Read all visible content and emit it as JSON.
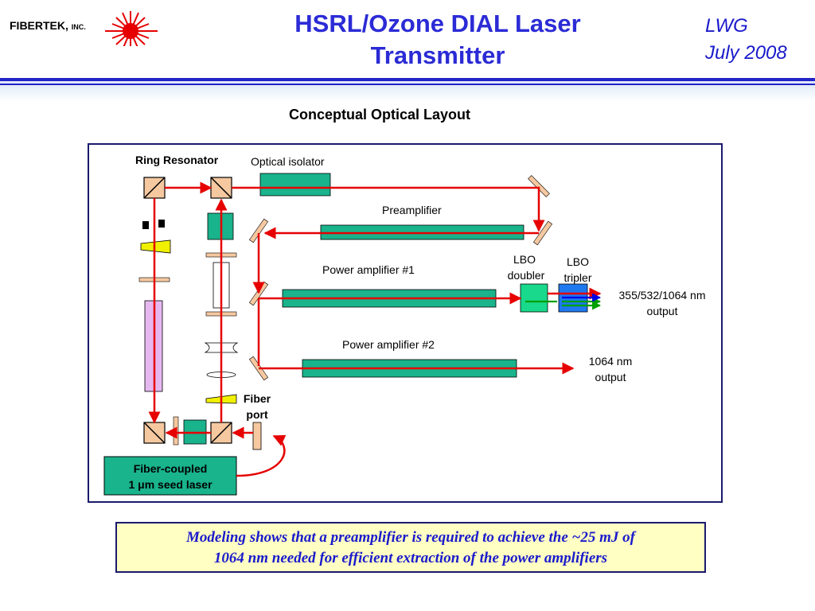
{
  "header": {
    "logo_text": "FIBERTEK,",
    "logo_suffix": "INC.",
    "title_line1": "HSRL/Ozone DIAL Laser",
    "title_line2": "Transmitter",
    "author": "LWG",
    "date": "July 2008"
  },
  "subtitle": "Conceptual Optical Layout",
  "diagram": {
    "labels": {
      "ring_resonator": "Ring Resonator",
      "optical_isolator": "Optical isolator",
      "preamplifier": "Preamplifier",
      "power_amp_1": "Power amplifier #1",
      "power_amp_2": "Power amplifier #2",
      "lbo_doubler_1": "LBO",
      "lbo_doubler_2": "doubler",
      "lbo_tripler_1": "LBO",
      "lbo_tripler_2": "tripler",
      "output_multi_1": "355/532/1064 nm",
      "output_multi_2": "output",
      "output_1064_1": "1064 nm",
      "output_1064_2": "output",
      "fiber_port_1": "Fiber",
      "fiber_port_2": "port",
      "seed_laser_1": "Fiber-coupled",
      "seed_laser_2": "1 μm seed laser"
    },
    "colors": {
      "beam": "#e60000",
      "amplifier": "#19b38c",
      "mirror": "#f5c8a0",
      "doubler": "#19d98c",
      "tripler": "#1e78f0",
      "wedge": "#f0f000",
      "rod": "#e6b8f0",
      "green_beam": "#00a000",
      "blue_beam": "#0000e6"
    }
  },
  "note": {
    "line1": "Modeling shows that a preamplifier is required to achieve the ~25 mJ of",
    "line2": "1064 nm needed for efficient extraction of the power amplifiers"
  }
}
